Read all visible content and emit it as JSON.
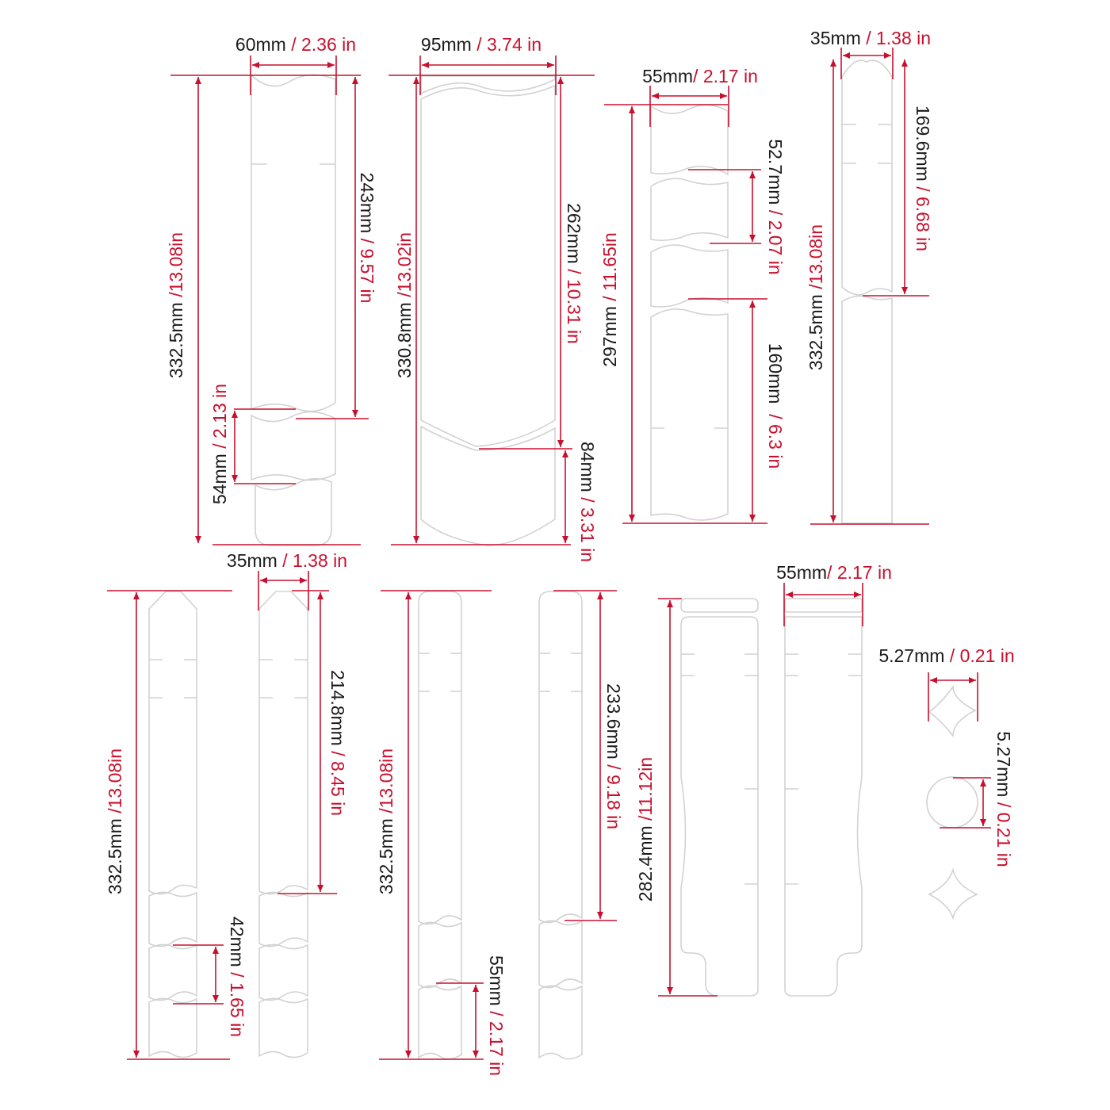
{
  "colors": {
    "dimension": "#c8102e",
    "text": "#1a1a1a",
    "outline": "#d2d2d2",
    "background": "#ffffff"
  },
  "labels": {
    "p1_width": {
      "mm": "60mm",
      "sep": " / ",
      "in": "2.36 in"
    },
    "p1_height": {
      "mm": "332.5mm",
      "sep": " /",
      "in": "13.08in"
    },
    "p1_upper": {
      "mm": "243mm",
      "sep": " / ",
      "in": "9.57 in"
    },
    "p1_segment": {
      "mm": "54mm",
      "sep": " / ",
      "in": "2.13 in"
    },
    "p2_width": {
      "mm": "95mm",
      "sep": " / ",
      "in": "3.74 in"
    },
    "p2_height": {
      "mm": "330.8mm",
      "sep": " /",
      "in": "13.02in"
    },
    "p2_upper": {
      "mm": "262mm",
      "sep": " / ",
      "in": "10.31 in"
    },
    "p2_lower": {
      "mm": "84mm",
      "sep": " / ",
      "in": "3.31 in"
    },
    "p3_width": {
      "mm": "55mm",
      "sep": "/ ",
      "in": "2.17 in"
    },
    "p3_height": {
      "mm": "297mm",
      "sep": " / ",
      "in": "11.65in"
    },
    "p3_segment": {
      "mm": "52.7mm",
      "sep": " / ",
      "in": "2.07 in"
    },
    "p3_lower": {
      "mm": "160mm",
      "sep": "  / ",
      "in": "6.3 in"
    },
    "p4_width": {
      "mm": "35mm",
      "sep": " / ",
      "in": "1.38 in"
    },
    "p4_height": {
      "mm": "332.5mm",
      "sep": " /",
      "in": "13.08in"
    },
    "p4_upper": {
      "mm": "169.6mm",
      "sep": " / ",
      "in": "6.68 in"
    },
    "p5_height": {
      "mm": "332.5mm",
      "sep": " /",
      "in": "13.08in"
    },
    "p5_width": {
      "mm": "35mm",
      "sep": " / ",
      "in": "1.38 in"
    },
    "p5_upper": {
      "mm": "214.8mm",
      "sep": " / ",
      "in": "8.45 in"
    },
    "p5_segment": {
      "mm": "42mm",
      "sep": " / ",
      "in": "1.65 in"
    },
    "p6_height": {
      "mm": "332.5mm",
      "sep": " /",
      "in": "13.08in"
    },
    "p6_segment": {
      "mm": "55mm",
      "sep": " / ",
      "in": "2.17 in"
    },
    "p6_upper": {
      "mm": "233.6mm",
      "sep": " / ",
      "in": "9.18 in"
    },
    "p7_height": {
      "mm": "282.4mm",
      "sep": " /",
      "in": "11.12in"
    },
    "p7_width": {
      "mm": "55mm",
      "sep": "/ ",
      "in": "2.17 in"
    },
    "dot_width": {
      "mm": "5.27mm",
      "sep": " / ",
      "in": "0.21 in"
    },
    "dot_height": {
      "mm": "5.27mm",
      "sep": " / ",
      "in": "0.21 in"
    }
  }
}
